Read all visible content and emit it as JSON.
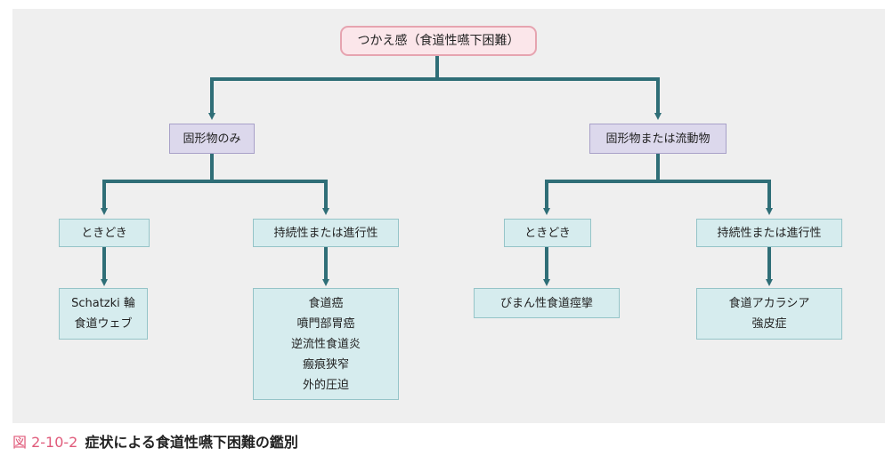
{
  "diagram": {
    "root": "つかえ感（食道性嚥下困難）",
    "categories": [
      {
        "label": "固形物のみ",
        "branches": [
          {
            "label": "ときどき",
            "results": [
              "Schatzki 輪",
              "食道ウェブ"
            ]
          },
          {
            "label": "持続性または進行性",
            "results": [
              "食道癌",
              "噴門部胃癌",
              "逆流性食道炎",
              "瘢痕狭窄",
              "外的圧迫"
            ]
          }
        ]
      },
      {
        "label": "固形物または流動物",
        "branches": [
          {
            "label": "ときどき",
            "results": [
              "びまん性食道痙攣"
            ]
          },
          {
            "label": "持続性または進行性",
            "results": [
              "食道アカラシア",
              "強皮症"
            ]
          }
        ]
      }
    ]
  },
  "caption": {
    "label": "図 2-10-2",
    "title": "症状による食道性嚥下困難の鑑別"
  },
  "colors": {
    "connector": "#2f6e77",
    "root_fill": "#fbe6ea",
    "root_border": "#e6a4b0",
    "category_fill": "#dcd8ec",
    "branch_fill": "#d6ecee",
    "caption_accent": "#e05a7a"
  }
}
